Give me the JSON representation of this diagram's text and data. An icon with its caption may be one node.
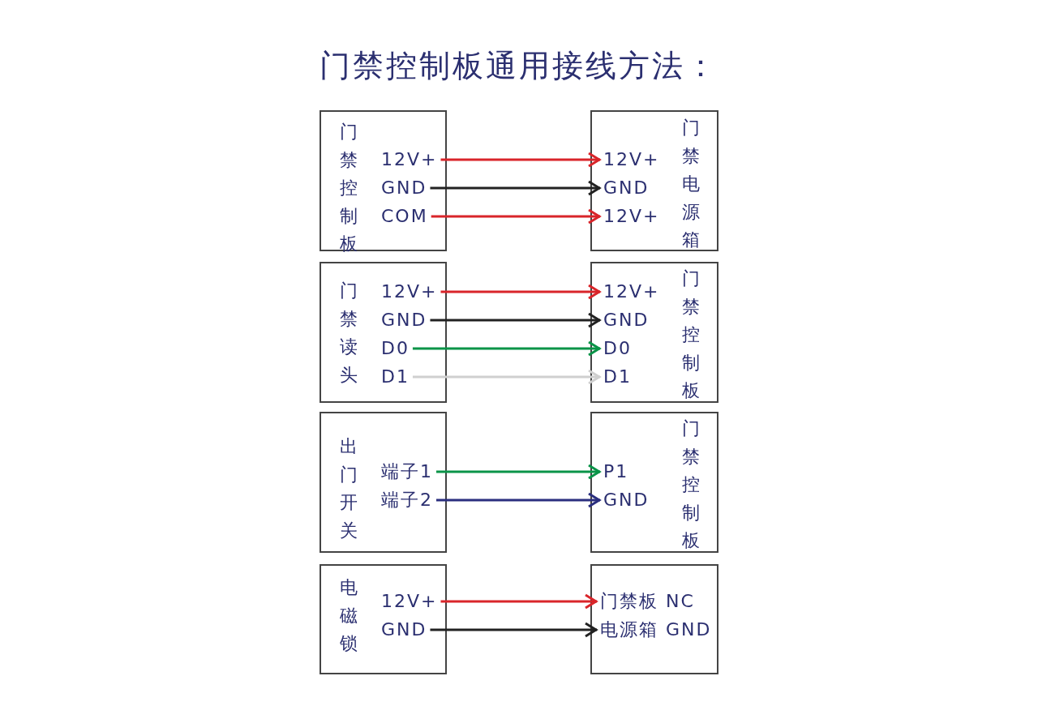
{
  "diagram": {
    "title": "门禁控制板通用接线方法：",
    "nodes": [
      {
        "text": [
          "门禁控制板"
        ]
      },
      {
        "text": [
          "12V+"
        ],
        "in": 0
      },
      {
        "text": [
          "GND"
        ],
        "in": 0
      },
      {
        "text": [
          "COM"
        ],
        "in": 0
      },
      {
        "text": [
          "门禁电源箱"
        ]
      },
      {
        "text": [
          "12V+"
        ],
        "in": 4
      },
      {
        "text": [
          "GND"
        ],
        "in": 4
      },
      {
        "text": [
          "12V+"
        ],
        "in": 4
      },
      {
        "text": [
          "门禁读头"
        ]
      },
      {
        "text": [
          "12V+"
        ],
        "in": 8
      },
      {
        "text": [
          "GND"
        ],
        "in": 8
      },
      {
        "text": [
          "D0"
        ],
        "in": 8
      },
      {
        "text": [
          "D1"
        ],
        "in": 8
      },
      {
        "text": [
          "门禁控制板"
        ]
      },
      {
        "text": [
          "12V+"
        ],
        "in": 13
      },
      {
        "text": [
          "GND"
        ],
        "in": 13
      },
      {
        "text": [
          "D0"
        ],
        "in": 13
      },
      {
        "text": [
          "D1"
        ],
        "in": 13
      },
      {
        "text": [
          "出门开关"
        ]
      },
      {
        "text": [
          "端子1"
        ],
        "in": 18
      },
      {
        "text": [
          "端子2"
        ],
        "in": 18
      },
      {
        "text": [
          "门禁控制板"
        ]
      },
      {
        "text": [
          "P1"
        ],
        "in": 21
      },
      {
        "text": [
          "GND"
        ],
        "in": 21
      },
      {
        "text": [
          "电磁锁"
        ]
      },
      {
        "text": [
          "12V+"
        ],
        "in": 24
      },
      {
        "text": [
          "GND"
        ],
        "in": 24
      },
      {
        "text": [],
        "shape": "box"
      },
      {
        "text": [
          "门禁板 NC"
        ],
        "in": 27
      },
      {
        "text": [
          "电源箱 GND"
        ],
        "in": 27
      }
    ],
    "edges": [
      {
        "from": 1,
        "to": 5,
        "arrow": "to",
        "color": "#d9252a"
      },
      {
        "from": 2,
        "to": 6,
        "arrow": "to",
        "color": "#222222"
      },
      {
        "from": 3,
        "to": 7,
        "arrow": "to",
        "color": "#d9252a"
      },
      {
        "from": 9,
        "to": 14,
        "arrow": "to",
        "color": "#d9252a"
      },
      {
        "from": 10,
        "to": 15,
        "arrow": "to",
        "color": "#222222"
      },
      {
        "from": 11,
        "to": 16,
        "arrow": "to",
        "color": "#0a9448"
      },
      {
        "from": 12,
        "to": 17,
        "arrow": "to",
        "color": "#cfcfcf"
      },
      {
        "from": 19,
        "to": 22,
        "arrow": "to",
        "color": "#0a9448"
      },
      {
        "from": 20,
        "to": 23,
        "arrow": "to",
        "color": "#2b2f7f"
      },
      {
        "from": 25,
        "to": 28,
        "arrow": "to",
        "color": "#d9252a"
      },
      {
        "from": 26,
        "to": 29,
        "arrow": "to",
        "color": "#222222"
      }
    ]
  }
}
